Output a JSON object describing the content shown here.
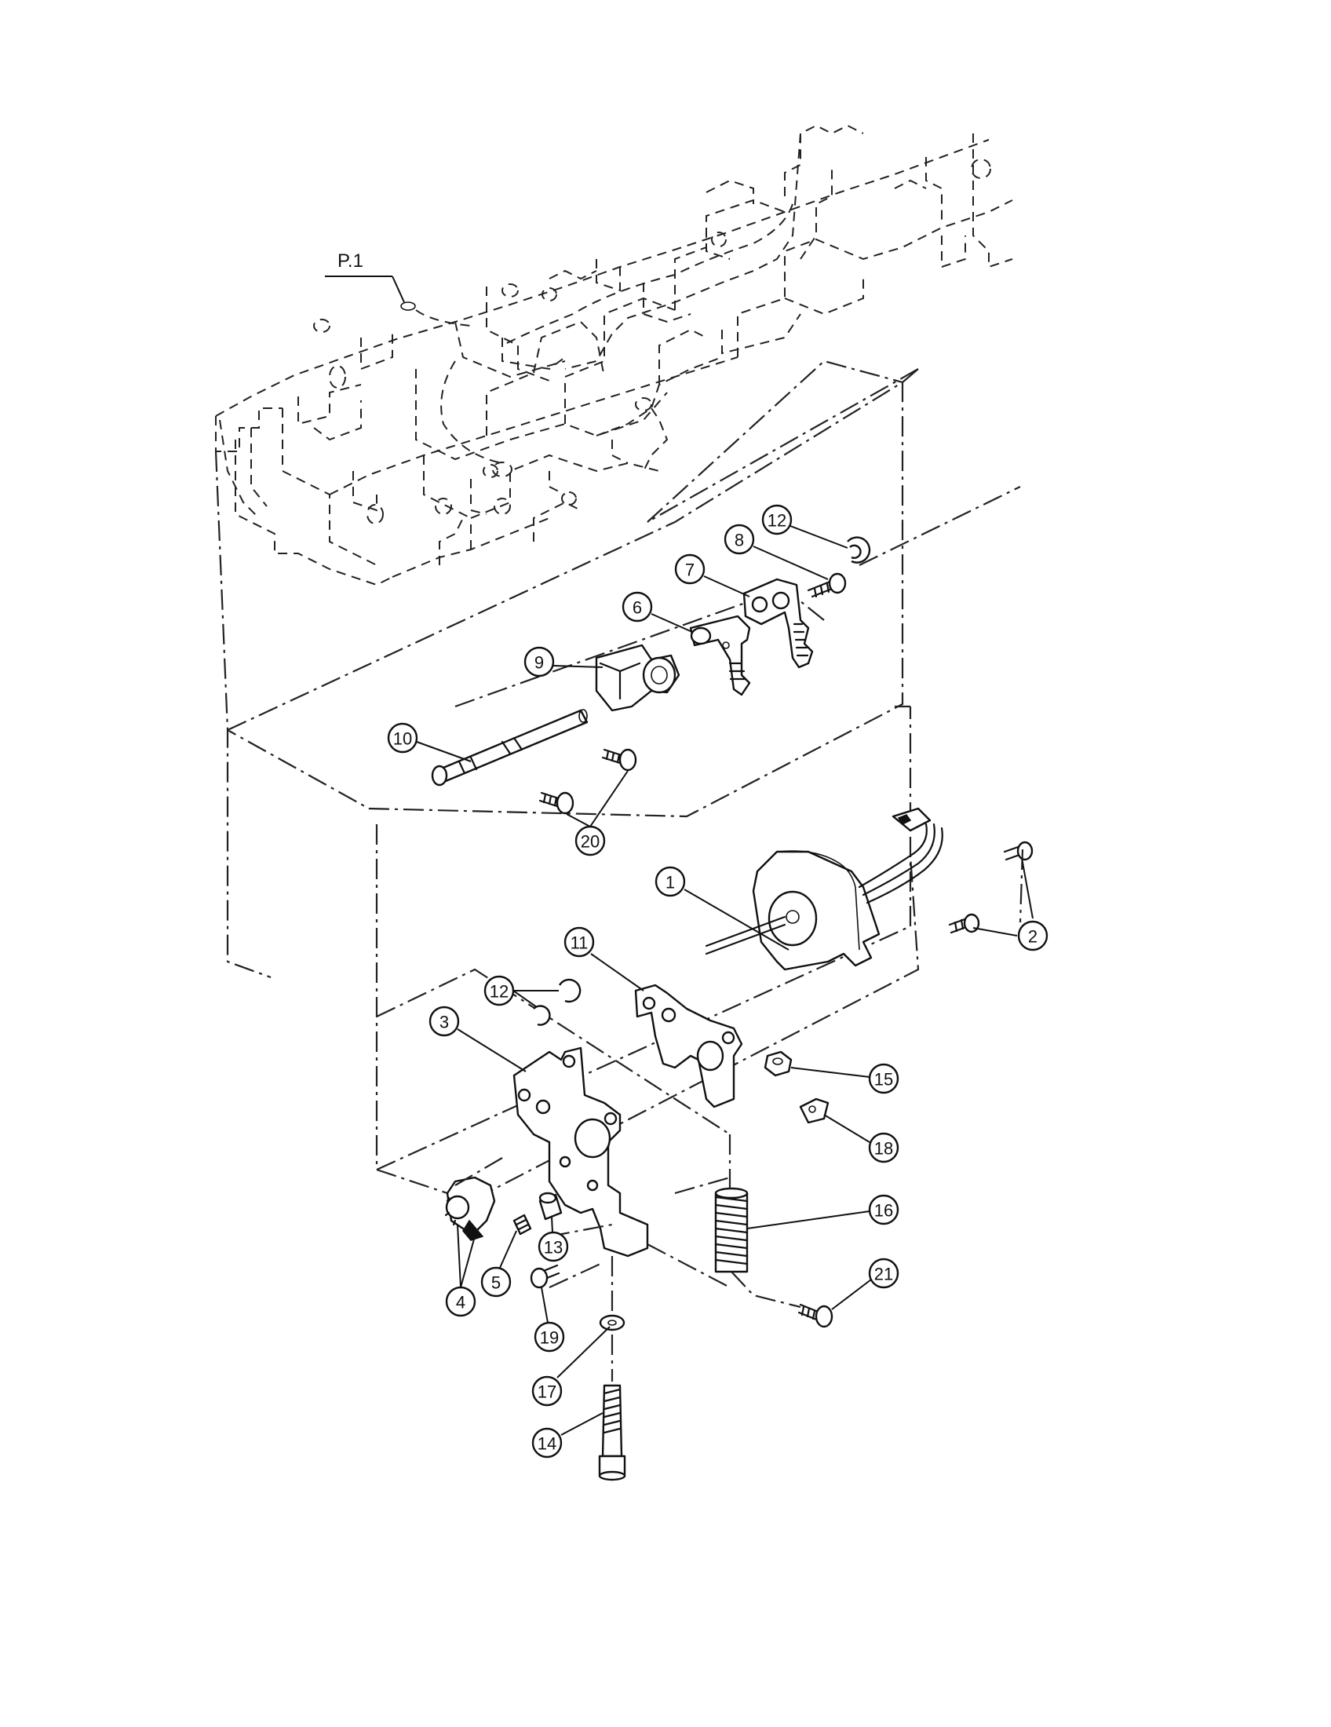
{
  "diagram": {
    "reference_label": "P.1",
    "callouts": [
      "1",
      "2",
      "3",
      "4",
      "5",
      "6",
      "7",
      "8",
      "9",
      "10",
      "11",
      "12",
      "12",
      "13",
      "14",
      "15",
      "16",
      "17",
      "18",
      "19",
      "20",
      "21"
    ]
  }
}
